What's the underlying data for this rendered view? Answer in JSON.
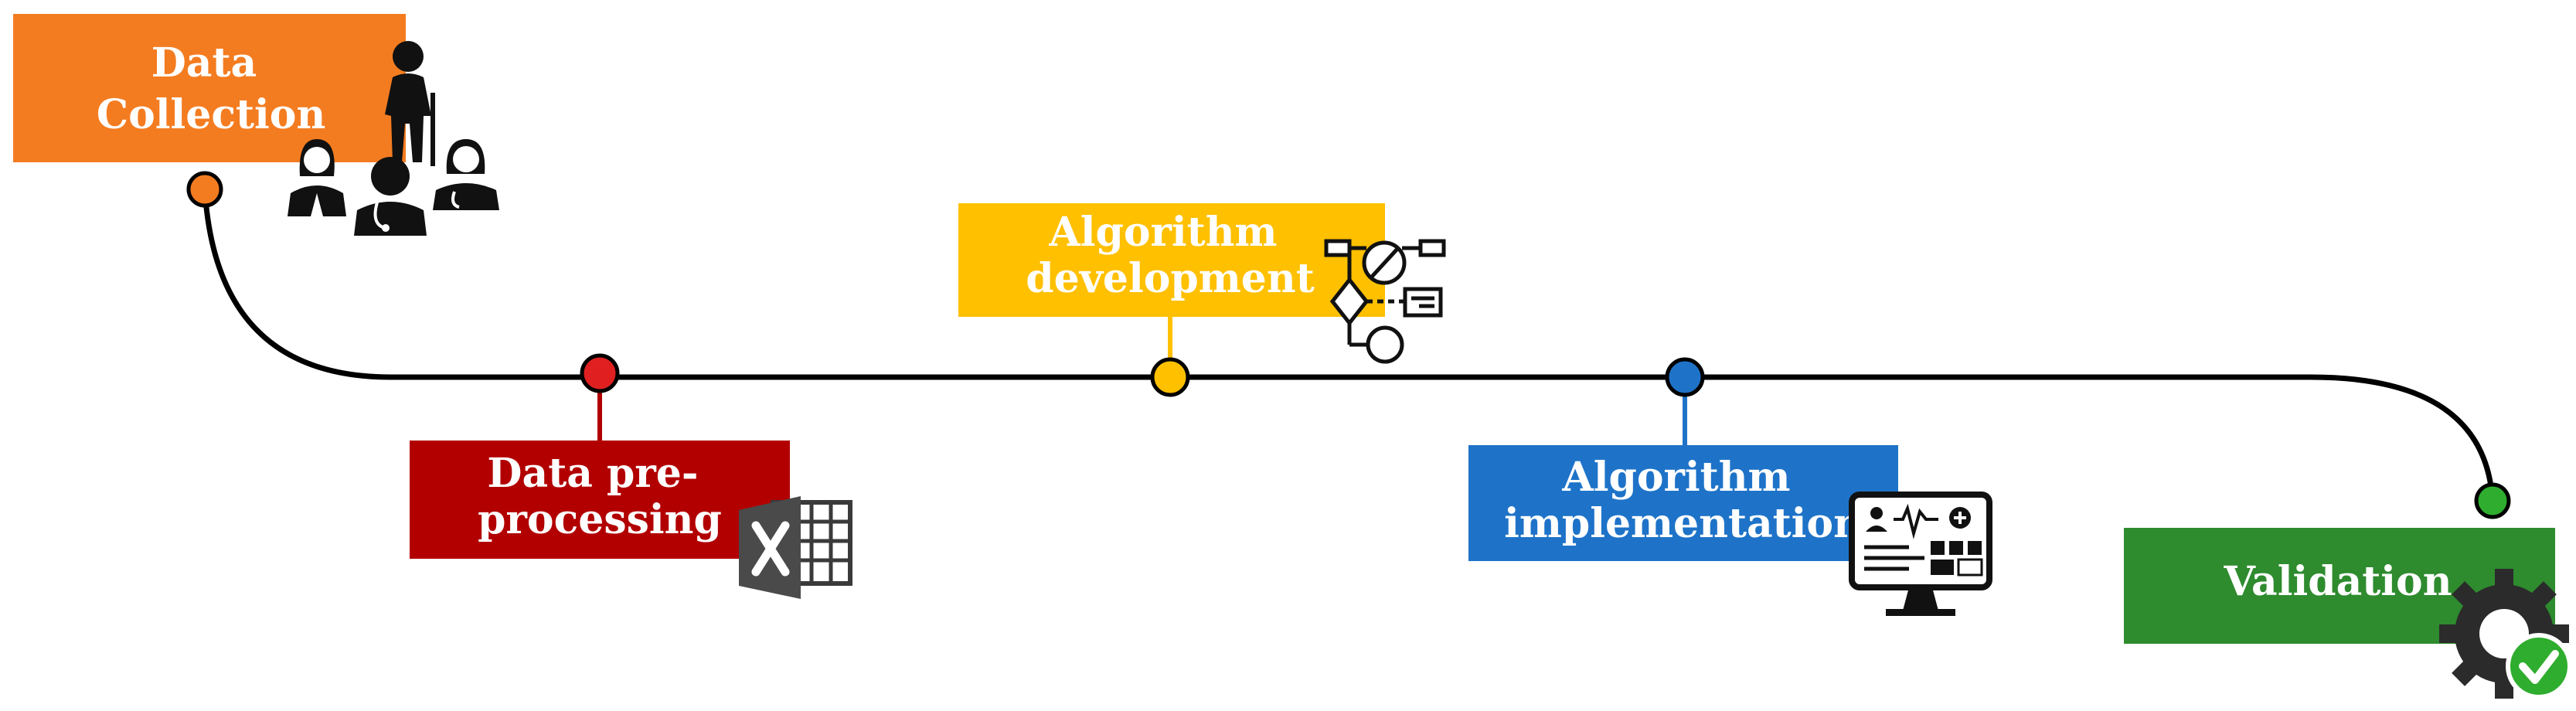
{
  "stages": [
    {
      "id": "data-collection",
      "title_lines": [
        "Data",
        "Collection"
      ],
      "color": "#F47C20",
      "icon": "patients-and-clinicians-icon"
    },
    {
      "id": "data-preprocessing",
      "title_lines": [
        "Data pre-",
        "processing"
      ],
      "color": "#B20000",
      "icon": "spreadsheet-x-icon"
    },
    {
      "id": "algorithm-development",
      "title_lines": [
        "Algorithm",
        "development"
      ],
      "color": "#FFC000",
      "icon": "flowchart-icon"
    },
    {
      "id": "algorithm-implementation",
      "title_lines": [
        "Algorithm",
        "implementation"
      ],
      "color": "#1E73C8",
      "icon": "monitor-dashboard-icon"
    },
    {
      "id": "validation",
      "title_lines": [
        "Validation"
      ],
      "color": "#2E8B2E",
      "icon": "gear-check-icon"
    }
  ],
  "colors": {
    "timeline": "#000000",
    "check": "#2EAD2E",
    "icon": "#111111",
    "background": "#ffffff"
  }
}
